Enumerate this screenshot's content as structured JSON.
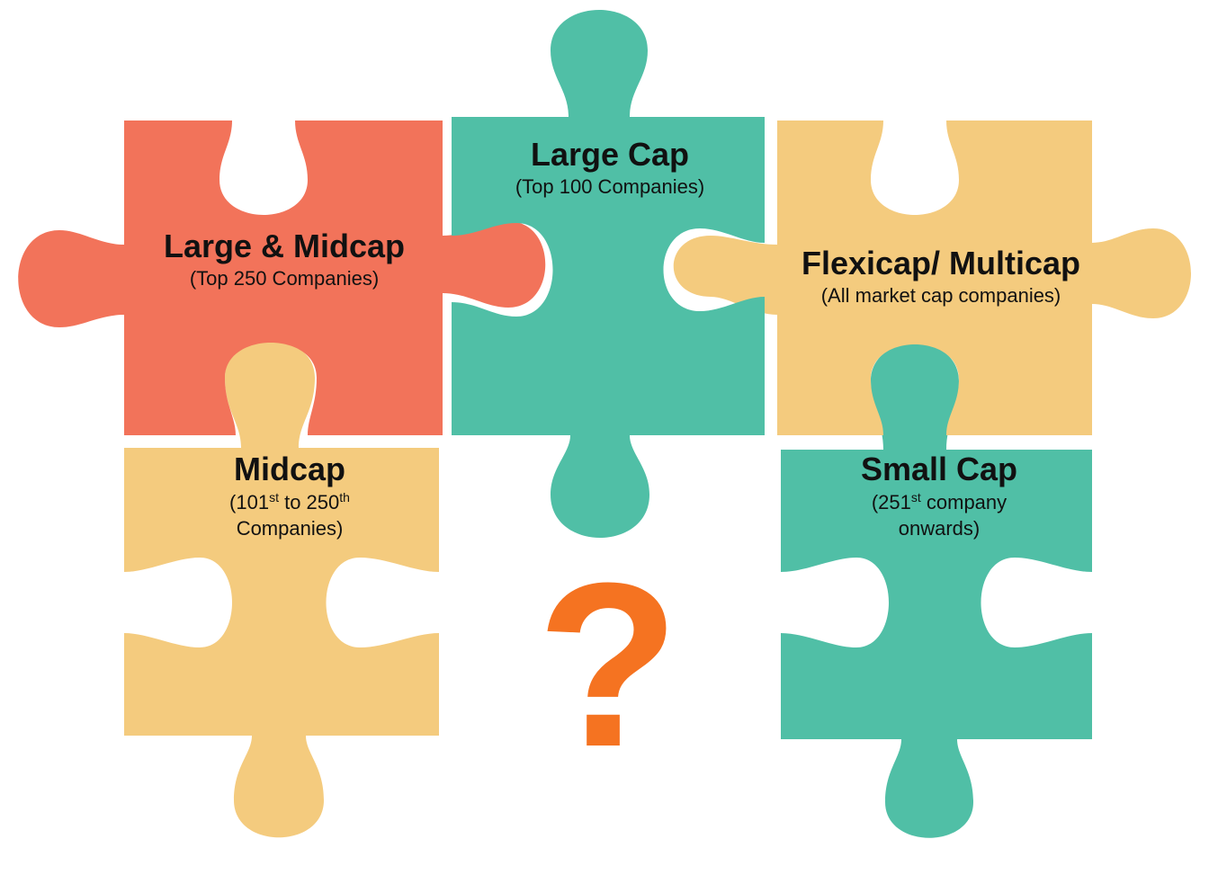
{
  "colors": {
    "red_piece": "#F2735A",
    "teal_piece": "#50BFA6",
    "yellow_piece": "#F4CB7E",
    "question_mark": "#F57321",
    "text": "#111111"
  },
  "pieces": {
    "large_midcap": {
      "title": "Large & Midcap",
      "subtitle": "(Top 250 Companies)"
    },
    "large_cap": {
      "title": "Large Cap",
      "subtitle": "(Top 100 Companies)"
    },
    "flexicap_multicap": {
      "title": "Flexicap/ Multicap",
      "subtitle": "(All market cap companies)"
    },
    "midcap": {
      "title": "Midcap",
      "sub_prefix": "(101",
      "sub_sup1": "st",
      "sub_mid": " to 250",
      "sub_sup2": "th",
      "sub_line2": "Companies)"
    },
    "small_cap": {
      "title": "Small Cap",
      "sub_prefix": "(251",
      "sub_sup1": "st",
      "sub_mid": " company",
      "sub_line2": "onwards)"
    }
  },
  "question_mark": "?"
}
